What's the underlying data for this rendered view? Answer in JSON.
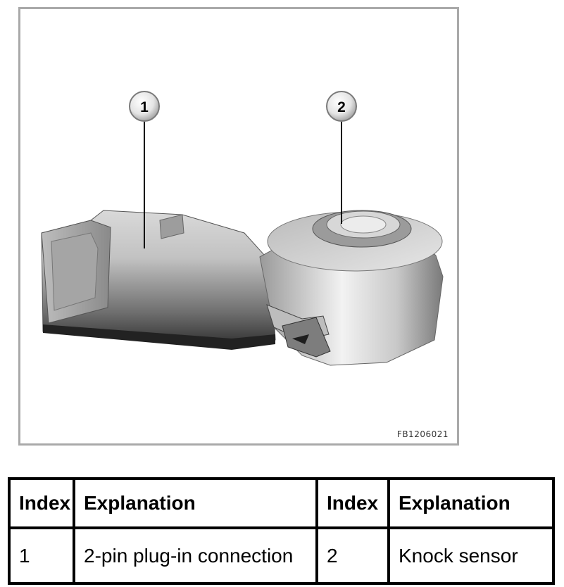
{
  "figure": {
    "callouts": [
      "1",
      "2"
    ],
    "code": "FB1206021"
  },
  "legend": {
    "headers": [
      "Index",
      "Explanation",
      "Index",
      "Explanation"
    ],
    "rows": [
      [
        "1",
        "2-pin plug-in connection",
        "2",
        "Knock sensor"
      ]
    ]
  }
}
